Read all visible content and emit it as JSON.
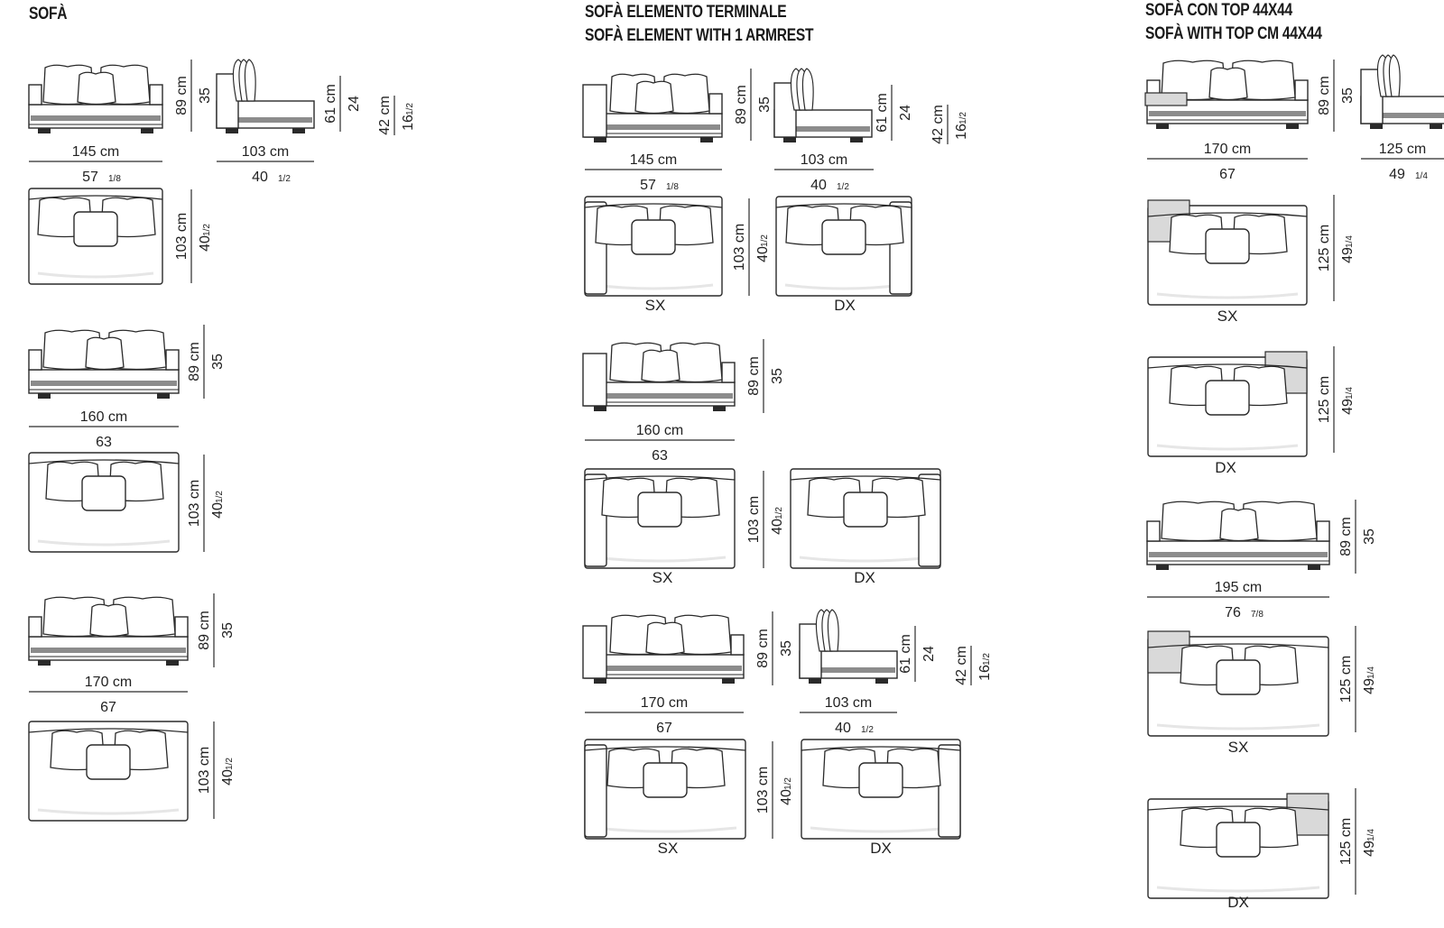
{
  "colors": {
    "line": "#2a2a2a",
    "seat_band": "#8c8c8c",
    "fill": "#ffffff",
    "top_fill": "#d9d9d9",
    "shadow": "#e6e6e6"
  },
  "sections": [
    {
      "id": "sofa",
      "title_lines": [
        "SOFÀ"
      ]
    },
    {
      "id": "terminal",
      "title_lines": [
        "SOFÀ ELEMENTO TERMINALE",
        "SOFÀ ELEMENT WITH 1 ARMREST"
      ]
    },
    {
      "id": "top",
      "title_lines": [
        "SOFÀ CON TOP 44X44",
        "SOFÀ WITH TOP CM 44X44"
      ]
    }
  ],
  "labels": {
    "w145": "145 cm",
    "w145in": "57",
    "w145frac": "1/8",
    "w160": "160 cm",
    "w160in": "63",
    "w170": "170 cm",
    "w170in": "67",
    "w195": "195 cm",
    "w195in": "76",
    "w195frac": "7/8",
    "w103": "103 cm",
    "w103in": "40",
    "w103frac": "1/2",
    "w125": "125 cm",
    "w125in": "49",
    "w125frac": "1/4",
    "h89": "89 cm",
    "h89in": "35",
    "h61": "61 cm",
    "h61in": "24",
    "h42": "42 cm",
    "h42in": "16",
    "h42frac": "1/2",
    "d103": "103 cm",
    "d103in": "40",
    "d103frac": "1/2",
    "d125": "125 cm",
    "d125in": "49",
    "d125frac": "1/4",
    "sx": "SX",
    "dx": "DX"
  }
}
